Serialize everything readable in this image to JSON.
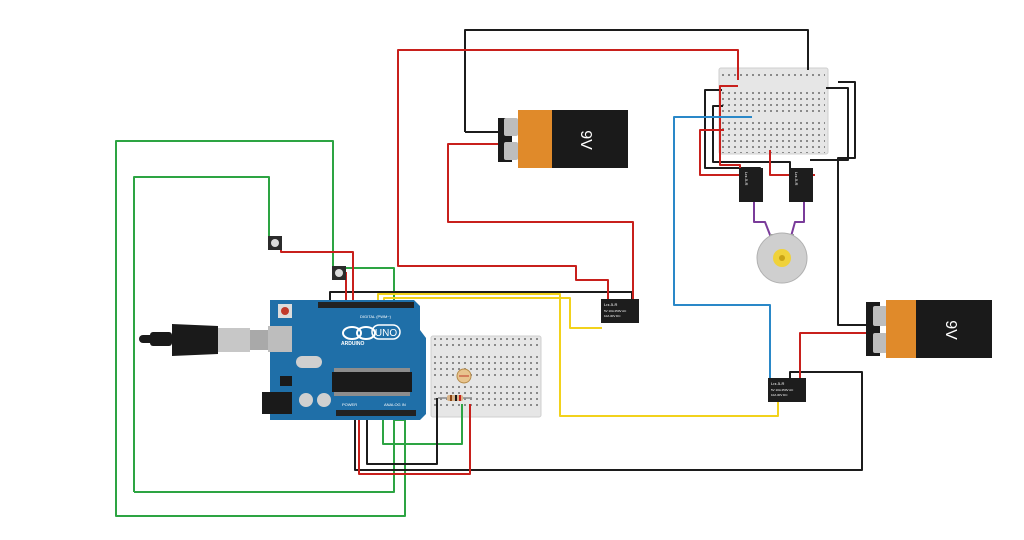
{
  "colors": {
    "wire_red": "#c8201c",
    "wire_black": "#1c1c1c",
    "wire_green": "#2da443",
    "wire_yellow": "#f2d21c",
    "wire_blue": "#2a88c8",
    "wire_purple": "#7a3c9a",
    "arduino_blue": "#1f6fa8",
    "battery_orange": "#e08a2a",
    "battery_black": "#1a1a1a",
    "breadboard": "#e8e8e8"
  },
  "battery_top": {
    "label": "9V"
  },
  "battery_right": {
    "label": "9V"
  },
  "arduino": {
    "brand": "ARDUINO",
    "model": "UNO",
    "digital_label": "DIGITAL (PWM~)",
    "power_label": "POWER",
    "analog_label": "ANALOG IN"
  },
  "relays": [
    {
      "id": "relay-middle",
      "lines": [
        "Lrz-5-R",
        "5V 10A 250V AC",
        "10A 30V DC"
      ]
    },
    {
      "id": "relay-bottom",
      "lines": [
        "Lrz-5-R",
        "5V 10A 250V AC",
        "10A 30V DC"
      ]
    },
    {
      "id": "relay-top-left",
      "lines": [
        "Lrz-5-R"
      ]
    },
    {
      "id": "relay-top-right",
      "lines": [
        "Lrz-5-R"
      ]
    }
  ],
  "components": {
    "pushbuttons": [
      "pushbutton-1",
      "pushbutton-2"
    ],
    "motor": "dc-motor",
    "ldr": "photoresistor",
    "resistor": "resistor"
  }
}
